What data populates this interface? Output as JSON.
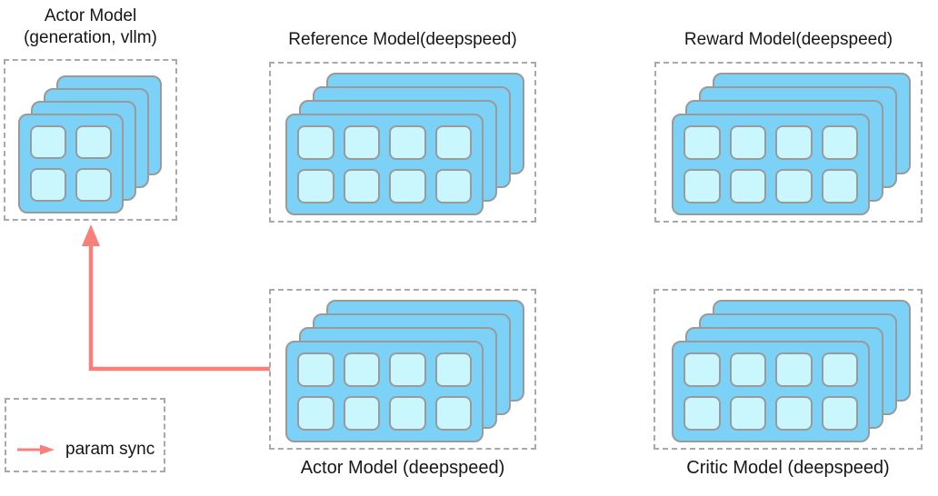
{
  "models": {
    "actor_vllm": {
      "title": "Actor Model",
      "subtitle": "(generation, vllm)",
      "backend": "vllm",
      "gpu_stack": "vllm"
    },
    "reference": {
      "title": "Reference Model(deepspeed)",
      "backend": "deepspeed",
      "gpu_stack": "deepspeed"
    },
    "reward": {
      "title": "Reward Model(deepspeed)",
      "backend": "deepspeed",
      "gpu_stack": "deepspeed"
    },
    "actor_deepspeed": {
      "title": "Actor Model (deepspeed)",
      "backend": "deepspeed",
      "gpu_stack": "deepspeed"
    },
    "critic": {
      "title": "Critic Model (deepspeed)",
      "backend": "deepspeed",
      "gpu_stack": "deepspeed"
    }
  },
  "legend": {
    "param_sync_label": "param sync"
  },
  "arrow": {
    "meaning": "param sync",
    "from": "actor_deepspeed",
    "to": "actor_vllm"
  },
  "stacks": {
    "vllm": {
      "layers": 4,
      "rows": 2,
      "cols": 2
    },
    "deepspeed": {
      "layers": 4,
      "rows": 2,
      "cols": 4
    }
  },
  "colors": {
    "card_fill": "#7bd2f6",
    "cell_fill": "#c9f7fd",
    "card_border": "#9a9a9a",
    "box_border": "#a9a9a9",
    "arrow": "#f9807a",
    "text": "#161616"
  }
}
